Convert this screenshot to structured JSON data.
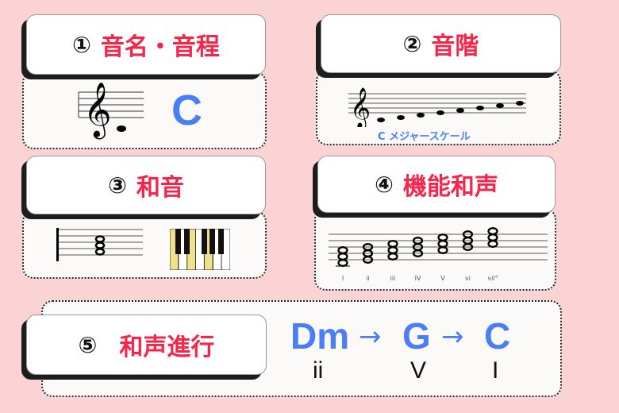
{
  "cards": [
    {
      "num": "①",
      "title": "音名・音程",
      "note_name": "C"
    },
    {
      "num": "②",
      "title": "音階",
      "scale_label": "C メジャースケール"
    },
    {
      "num": "③",
      "title": "和音"
    },
    {
      "num": "④",
      "title": "機能和声",
      "roman_numerals": [
        "I",
        "ii",
        "iii",
        "IV",
        "V",
        "vi",
        "vii°"
      ]
    },
    {
      "num": "⑤",
      "title": "和声進行",
      "chords": [
        "Dm",
        "G",
        "C"
      ],
      "arrow": "→",
      "functions": [
        "ii",
        "V",
        "I"
      ]
    }
  ],
  "colors": {
    "background": "#fbd3d4",
    "title": "#f5264a",
    "accent": "#4a7ef7"
  }
}
